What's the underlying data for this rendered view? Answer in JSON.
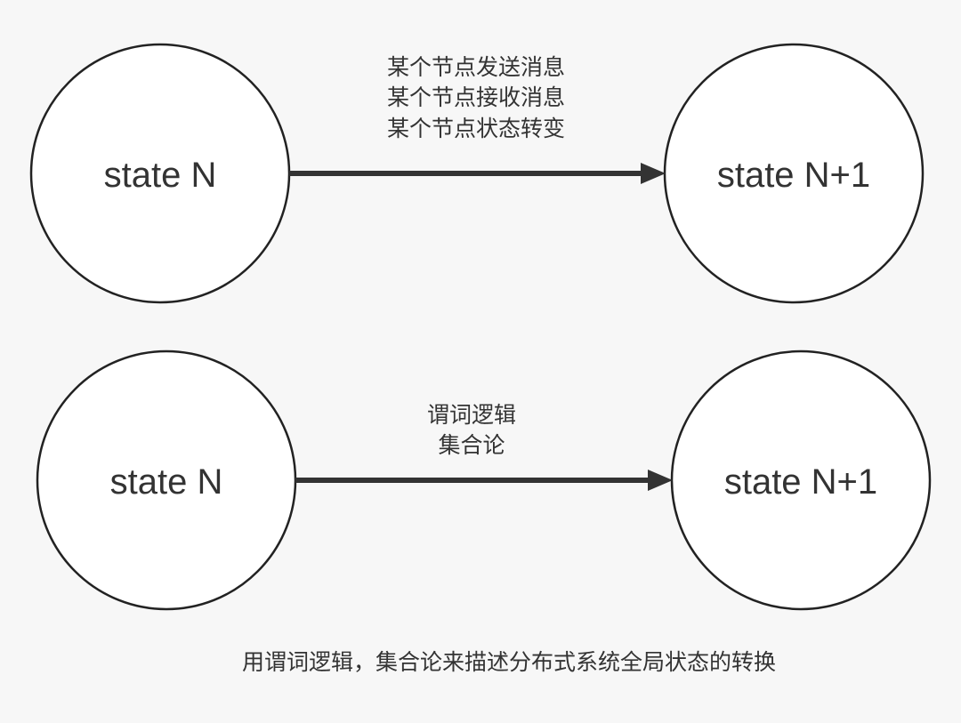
{
  "diagrams": [
    {
      "from_node": "state N",
      "to_node": "state N+1",
      "edge_lines": [
        "某个节点发送消息",
        "某个节点接收消息",
        "某个节点状态转变"
      ]
    },
    {
      "from_node": "state N",
      "to_node": "state N+1",
      "edge_lines": [
        "谓词逻辑",
        "集合论"
      ]
    }
  ],
  "caption": "用谓词逻辑，集合论来描述分布式系统全局状态的转换"
}
